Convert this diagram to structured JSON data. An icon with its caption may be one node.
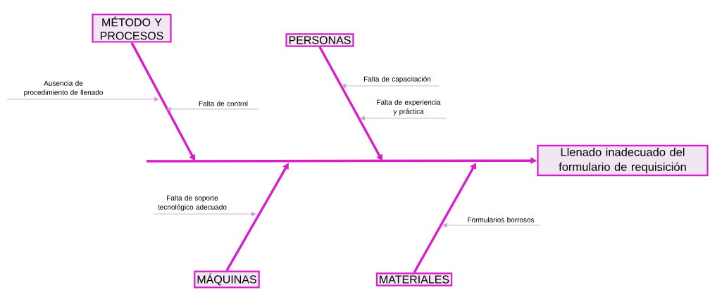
{
  "diagram": {
    "nodes": [
      {
        "text": [
          "MÉTODO Y PROCESOS"
        ]
      },
      {
        "text": [
          "PERSONAS"
        ]
      },
      {
        "text": [
          "MÁQUINAS"
        ]
      },
      {
        "text": [
          "MATERIALES"
        ]
      },
      {
        "text": [
          "Llenado inadecuado del formulario de requisición"
        ]
      },
      {
        "text": [
          "Ausencia de procedimiento de llenado"
        ]
      },
      {
        "text": [
          "Falta de control"
        ]
      },
      {
        "text": [
          "Falta de capacitación"
        ]
      },
      {
        "text": [
          "Falta de experiencia y práctica"
        ]
      },
      {
        "text": [
          "Falta de soporte tecnológico adecuado"
        ]
      },
      {
        "text": [
          "Formularios borrosos"
        ]
      }
    ],
    "edges": [
      {
        "from": null,
        "to": 4,
        "arrow": "to",
        "style": "thick",
        "color": "#d81ec8"
      },
      {
        "from": 0,
        "to": null,
        "arrow": "to",
        "style": "thick",
        "color": "#d81ec8"
      },
      {
        "from": 1,
        "to": null,
        "arrow": "to",
        "style": "thick",
        "color": "#d81ec8"
      },
      {
        "from": 2,
        "to": null,
        "arrow": "to",
        "style": "thick",
        "color": "#d81ec8"
      },
      {
        "from": 3,
        "to": null,
        "arrow": "to",
        "style": "thick",
        "color": "#d81ec8"
      },
      {
        "from": 5,
        "to": null,
        "arrow": "to"
      },
      {
        "from": 6,
        "to": null,
        "arrow": "to"
      },
      {
        "from": 7,
        "to": null,
        "arrow": "to"
      },
      {
        "from": 8,
        "to": null,
        "arrow": "to"
      },
      {
        "from": 9,
        "to": null,
        "arrow": "to"
      },
      {
        "from": 10,
        "to": null,
        "arrow": "to"
      }
    ]
  }
}
